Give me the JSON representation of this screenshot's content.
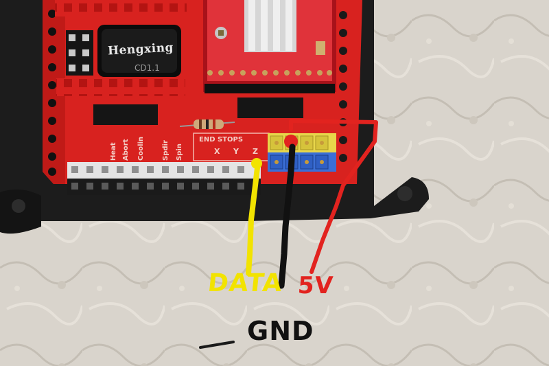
{
  "photo": {
    "component": {
      "brand": "Hengxing",
      "model": "CD1.1"
    },
    "silkscreen": {
      "endstops_title": "END STOPS",
      "axis_x": "X",
      "axis_y": "Y",
      "axis_z": "Z",
      "header_labels": [
        "Heat",
        "Abort",
        "Coolin",
        "Spdir",
        "Spin"
      ]
    },
    "annotations": {
      "data_label": "DATA",
      "power_label": "5V",
      "ground_label": "GND"
    },
    "colors": {
      "board_red": "#d8221f",
      "background_marble": "#d9d4cc",
      "enclosure_black": "#1c1c1c",
      "data_wire_yellow": "#f2e300",
      "power_wire_red": "#e2231f",
      "ground_wire_black": "#111111"
    }
  }
}
